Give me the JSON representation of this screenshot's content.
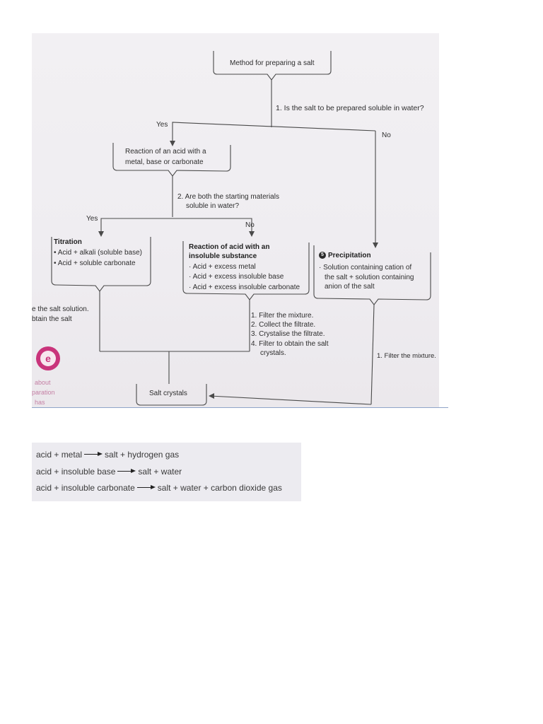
{
  "flowchart": {
    "title": "Method for preparing a salt",
    "question1": "1.  Is the salt to be prepared soluble in water?",
    "q1_yes": "Yes",
    "q1_no": "No",
    "reaction_box": [
      "Reaction of an acid with a",
      "metal, base or carbonate"
    ],
    "question2": [
      "2.  Are both the starting materials",
      "soluble in water?"
    ],
    "q2_yes": "Yes",
    "q2_no": "No",
    "titration": {
      "heading": "Titration",
      "items": [
        "Acid + alkali (soluble base)",
        "Acid + soluble carbonate"
      ]
    },
    "insoluble": {
      "heading": [
        "Reaction of acid with an",
        "insoluble substance"
      ],
      "items": [
        "Acid + excess metal",
        "Acid + excess insoluble base",
        "Acid + excess insoluble carbonate"
      ]
    },
    "precipitation": {
      "badge": "5",
      "heading": "Precipitation",
      "text": [
        "Solution containing cation of",
        "the salt + solution containing",
        "anion of the salt"
      ]
    },
    "steps": {
      "numbers": [
        "1.",
        "2.",
        "3.",
        "4."
      ],
      "lines": [
        "Filter the mixture.",
        "Collect the filtrate.",
        "Crystalise the filtrate.",
        "Filter to obtain the salt",
        "crystals."
      ]
    },
    "precip_step": "1.  Filter the mixture.",
    "result": "Salt crystals",
    "cut_left_text": [
      "e the salt solution.",
      "btain the salt"
    ],
    "sidebar_text": [
      "about",
      "paration",
      "has"
    ]
  },
  "equations": [
    {
      "left": "acid + metal",
      "right": "salt + hydrogen gas"
    },
    {
      "left": "acid + insoluble base",
      "right": "salt + water"
    },
    {
      "left": "acid + insoluble carbonate",
      "right": "salt + water + carbon dioxide gas"
    }
  ],
  "colors": {
    "line": "#4a4a4a",
    "page": "#efedf1",
    "logo": "#c9347b"
  }
}
